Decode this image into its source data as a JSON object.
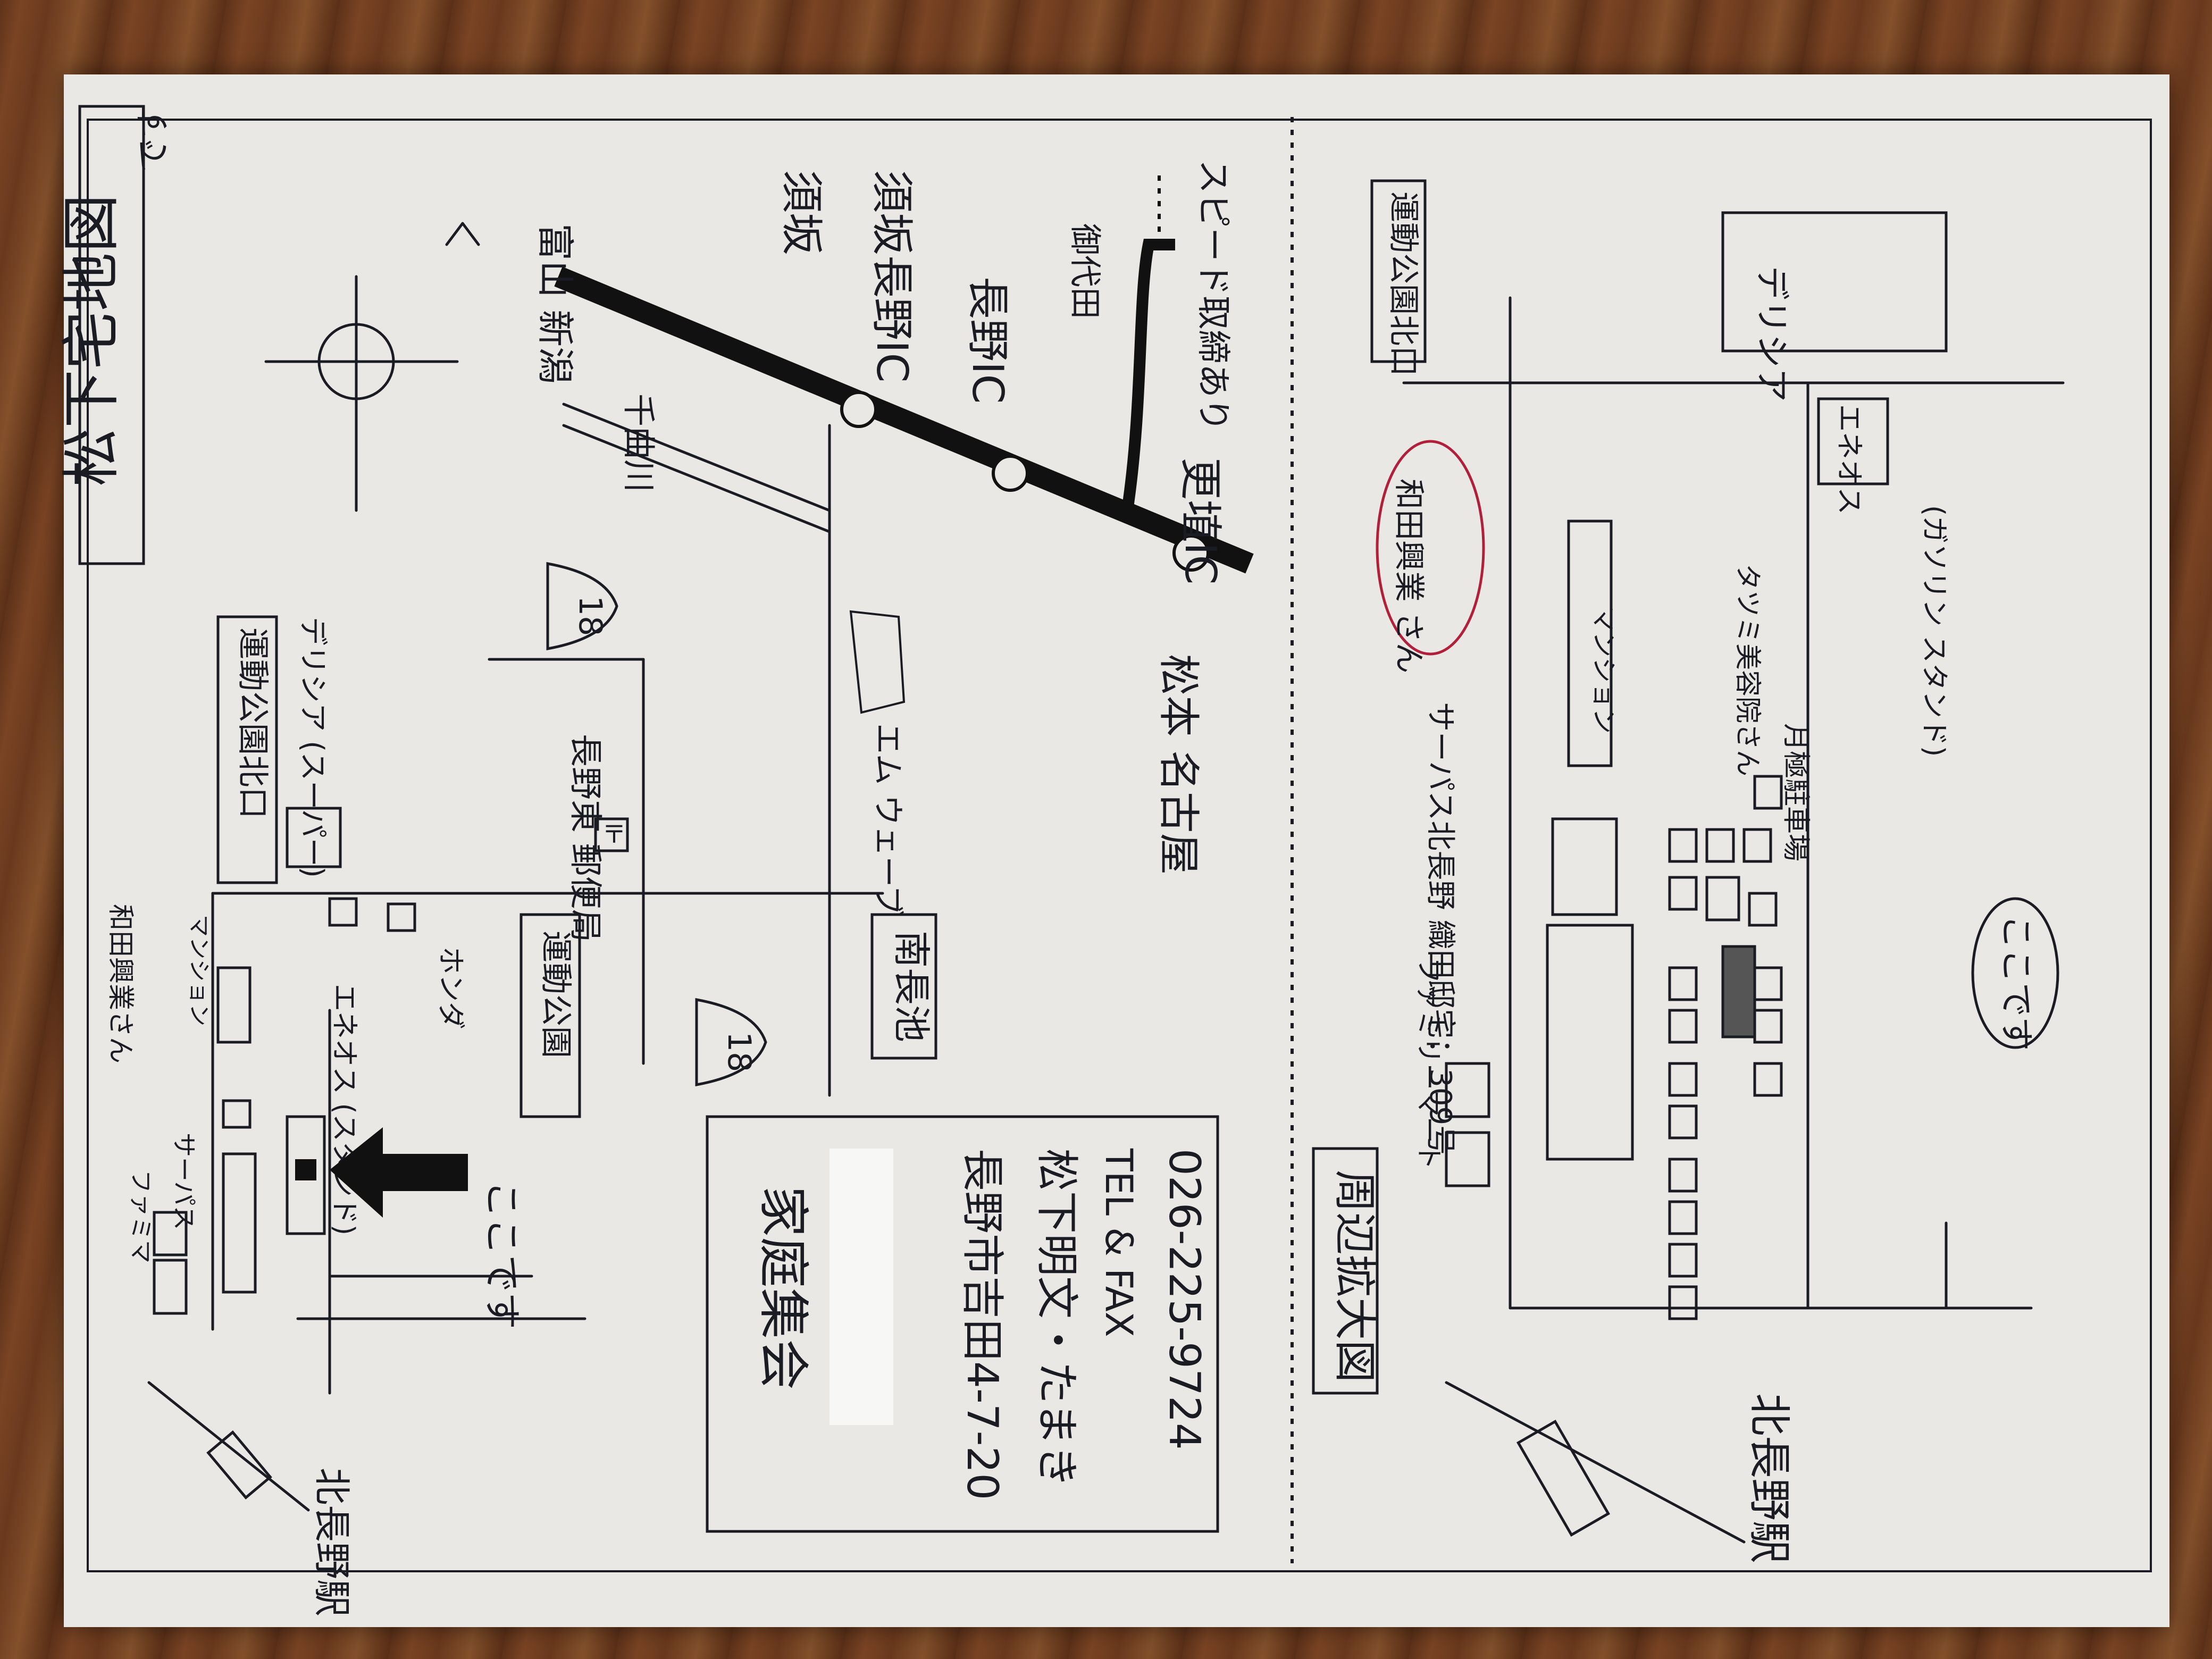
{
  "title": {
    "main": "松下宅地図",
    "suffix": "です"
  },
  "overview": {
    "destinations": {
      "north": "富山\n新潟",
      "east": "須坂",
      "south": "松本\n名古屋",
      "fork": "御代田"
    },
    "interchanges": [
      "須坂長野IC",
      "長野IC",
      "更埴IC"
    ],
    "speed_note": "スピード取締あり",
    "river": "千曲川",
    "route": "18",
    "mwave": "エム\nウェーブ",
    "post_office": "長野東\n郵便局",
    "post_symbol": "〒",
    "minami_nagaike": "南長池",
    "park_north": "運動公園北口",
    "park": "運動公園",
    "delicia": "デリシア\n(スーパー)",
    "eneos": "エネオス\n(スタンド)",
    "honda": "ホンダ",
    "wada": "和田興業さん",
    "mansion": "マンション",
    "famima": "ファミマ",
    "sapas": "サーパス",
    "here": "ここです",
    "station": "北長野駅"
  },
  "info_card": {
    "name": "家庭集会",
    "address": "長野市吉田4-7-20",
    "host": "松下明文・たまき",
    "tel_label": "TEL & FAX",
    "tel": "026-225-9724"
  },
  "detail": {
    "title": "周辺拡大図",
    "park_north": "運動公園北口",
    "delicia": "デリシア",
    "eneos": "エネオス",
    "gas": "(ガソリン\nスタンド)",
    "wada": "和田興業\nさん",
    "mansion": "マンション",
    "tatsumi": "タツミ美容院さん",
    "parking": "月極駐車場",
    "sapas": "サーパス北長野\n織田邸宅：309号",
    "famima": "ファミリーマート",
    "here": "ここです",
    "station": "北長野駅"
  }
}
